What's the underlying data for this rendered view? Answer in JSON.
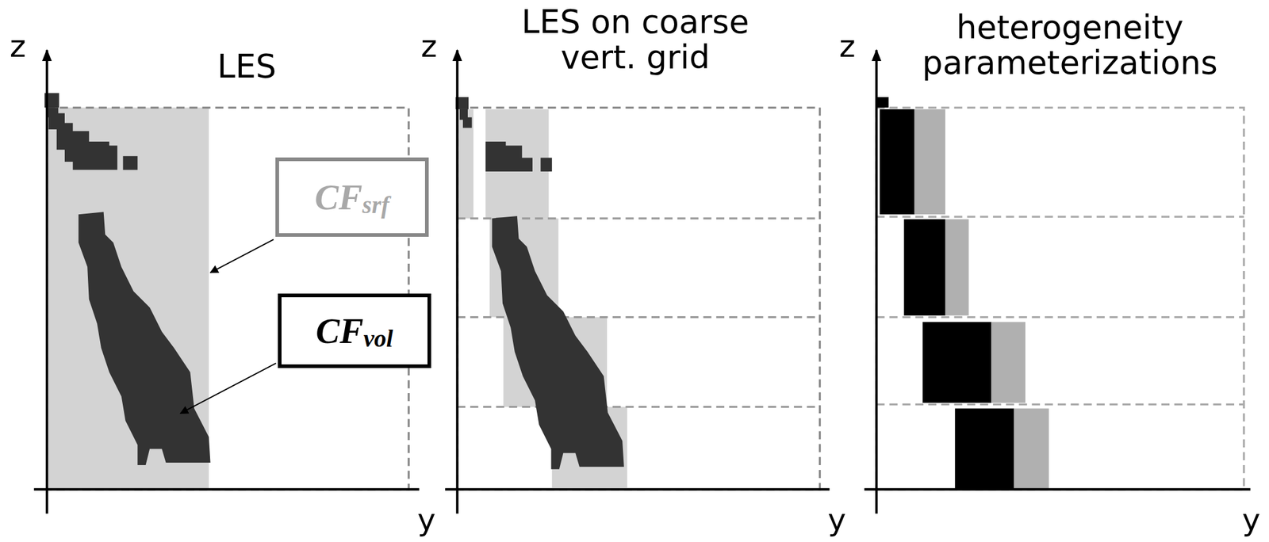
{
  "diagram": {
    "nodes": [
      {
        "text": [
          "CF",
          "srf"
        ]
      },
      {
        "text": [
          "CF",
          "vol"
        ]
      }
    ],
    "labels": [
      "z",
      "LES",
      "z",
      "LES on coarse vert. grid",
      "z",
      "heterogeneity parameterizations",
      "y",
      "y",
      "y"
    ]
  }
}
